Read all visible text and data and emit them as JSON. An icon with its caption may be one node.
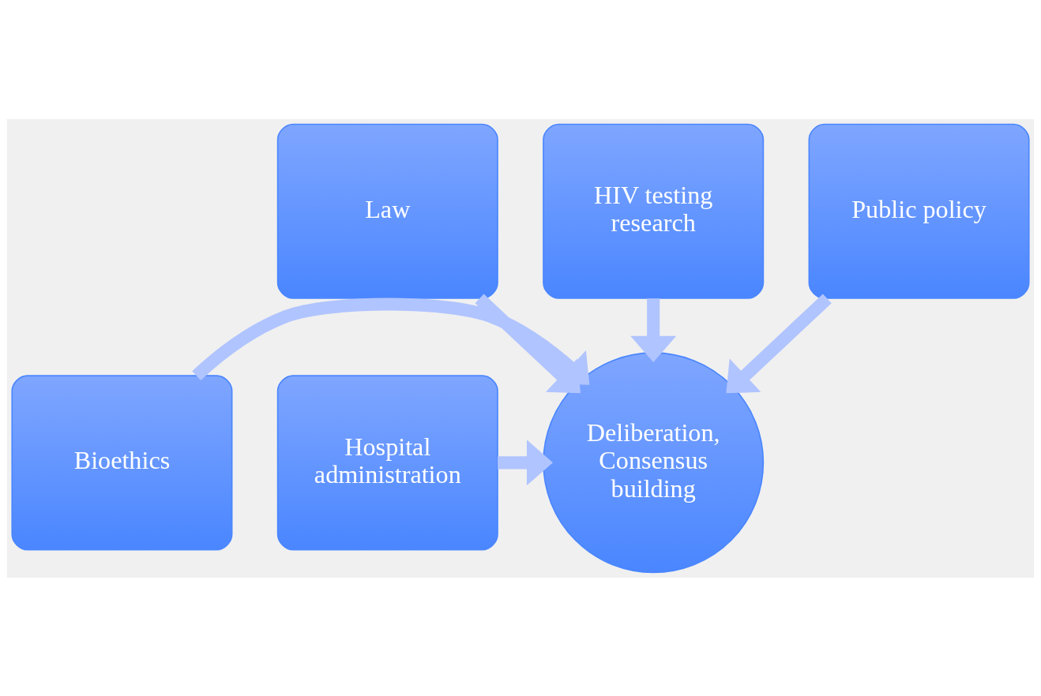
{
  "diagram": {
    "nodes": [
      {
        "text": [
          "HIV testing research"
        ]
      },
      {
        "text": [
          "Law"
        ]
      },
      {
        "text": [
          "Public policy"
        ]
      },
      {
        "text": [
          "Bioethics"
        ]
      },
      {
        "text": [
          "Deliberation, Consensus building"
        ]
      },
      {
        "text": [
          "Hospital administration"
        ]
      }
    ],
    "edges": [
      {
        "from": 0,
        "to": 4,
        "arrow": "to"
      },
      {
        "from": 1,
        "to": 4,
        "arrow": "to"
      },
      {
        "from": 2,
        "to": 4,
        "arrow": "to"
      },
      {
        "from": 3,
        "to": 4,
        "arrow": "to"
      },
      {
        "from": 5,
        "to": 4,
        "arrow": "to"
      }
    ]
  }
}
